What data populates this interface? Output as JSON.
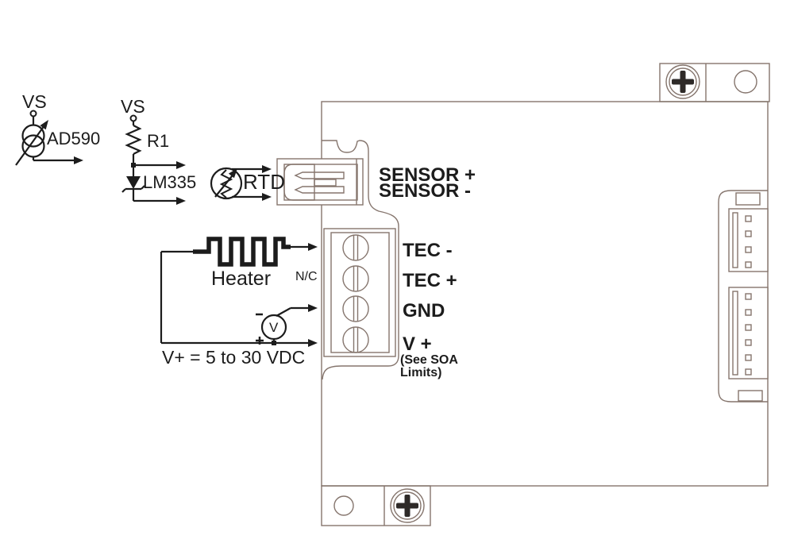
{
  "colors": {
    "outline": "#85756d",
    "ink": "#1c1c1c",
    "screw_fill": "#2e2a28",
    "background": "#ffffff"
  },
  "left_circuit": {
    "ad590": {
      "supply": "VS",
      "part": "AD590"
    },
    "lm335": {
      "supply": "VS",
      "resistor": "R1",
      "part": "LM335"
    },
    "rtd": {
      "part": "RTD"
    },
    "heater": {
      "part": "Heater",
      "no_connect": "N/C"
    },
    "power": {
      "meter": "V",
      "minus": "-",
      "plus": "+",
      "range": "V+ = 5 to 30 VDC"
    }
  },
  "module": {
    "sensor_labels": {
      "plus": "SENSOR +",
      "minus": "SENSOR -"
    },
    "terminal_labels": {
      "tec_minus": "TEC -",
      "tec_plus": "TEC +",
      "gnd": "GND",
      "v_plus": "V +",
      "soa_note_line1": "(See SOA",
      "soa_note_line2": "Limits)"
    }
  }
}
